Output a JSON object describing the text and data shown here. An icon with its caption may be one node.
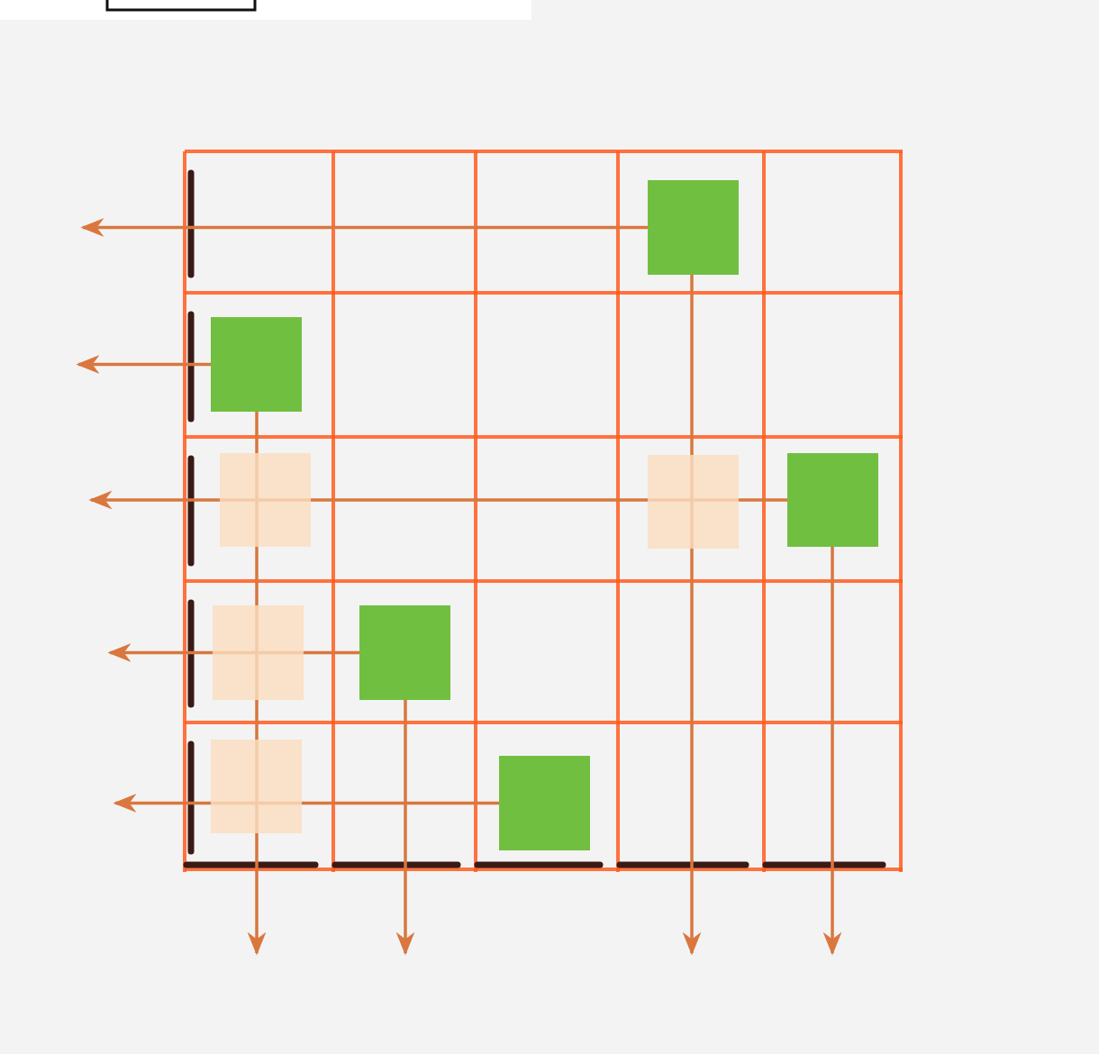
{
  "diagram": {
    "nodes": [
      {
        "text": [],
        "shape": "box"
      },
      {
        "text": [],
        "shape": "box"
      },
      {
        "text": [],
        "shape": "box"
      },
      {
        "text": [],
        "shape": "box"
      },
      {
        "text": [],
        "shape": "box"
      },
      {
        "text": [],
        "shape": "box"
      },
      {
        "text": [],
        "shape": "box"
      },
      {
        "text": [],
        "shape": "box"
      },
      {
        "text": [],
        "shape": "box"
      }
    ],
    "edges": [
      {
        "from": 0,
        "to": null,
        "arrow": "to"
      },
      {
        "from": 0,
        "to": null,
        "arrow": "to"
      },
      {
        "from": 1,
        "to": null,
        "arrow": "to"
      },
      {
        "from": 1,
        "to": null,
        "arrow": "to"
      },
      {
        "from": 4,
        "to": null,
        "arrow": "to"
      },
      {
        "from": 4,
        "to": null,
        "arrow": "to"
      },
      {
        "from": 6,
        "to": null,
        "arrow": "to"
      },
      {
        "from": 6,
        "to": null,
        "arrow": "to"
      },
      {
        "from": 8,
        "to": null,
        "arrow": "to"
      }
    ]
  }
}
